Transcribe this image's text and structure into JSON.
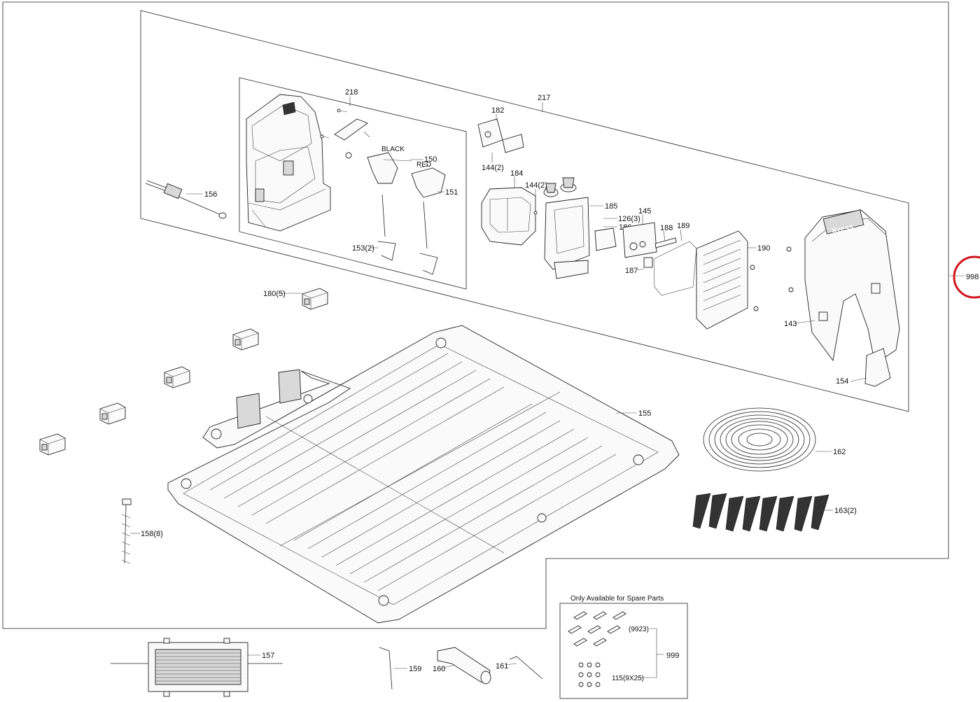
{
  "diagram": {
    "callouts": {
      "p217": "217",
      "p218": "218",
      "p156": "156",
      "p182": "182",
      "p144a": "144(2)",
      "p144b": "144(2)",
      "p150": "150",
      "p151": "151",
      "p153": "153(2)",
      "p184": "184",
      "p185": "185",
      "p126": "126(3)",
      "p145": "145",
      "p186": "186",
      "p187": "187",
      "p188": "188",
      "p189": "189",
      "p190": "190",
      "p998": "998",
      "p143": "143",
      "p154": "154",
      "p180": "180(5)",
      "p155": "155",
      "p162": "162",
      "p163": "163(2)",
      "p158": "158(8)",
      "p157": "157",
      "p159": "159",
      "p160": "160",
      "p161": "161",
      "p999": "999",
      "p9923": "(9923)",
      "p115": "115(9X25)"
    },
    "wire_labels": {
      "black": "BLACK",
      "red": "RED"
    },
    "brand": "Kress",
    "spare_note": "Only Available for Spare Parts",
    "highlight_color": "#d0141c"
  }
}
